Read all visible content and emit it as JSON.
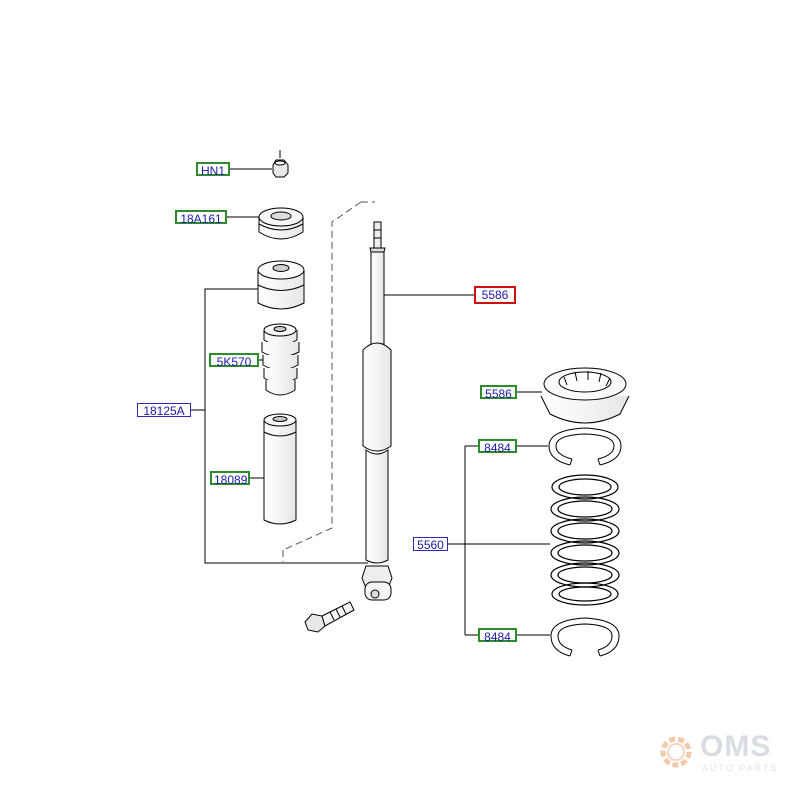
{
  "labels": {
    "hn1": "HN1",
    "p18a161": "18A161",
    "p5k570": "5K570",
    "p18125a": "18125A",
    "p18089": "18089",
    "p5586_selected": "5586",
    "p5586_seat": "5586",
    "p8484_top": "8484",
    "p5560": "5560",
    "p8484_bottom": "8484"
  },
  "selected_part": "5586",
  "colors": {
    "selected_border": "#d01010",
    "green_border": "#2e8b2e",
    "blue_border": "#2b2bb8",
    "label_text": "#1a1aa6",
    "line": "#000000"
  },
  "watermark": {
    "brand": "OMS",
    "tagline": "AUTO PARTS",
    "icon": "gear-icon"
  }
}
